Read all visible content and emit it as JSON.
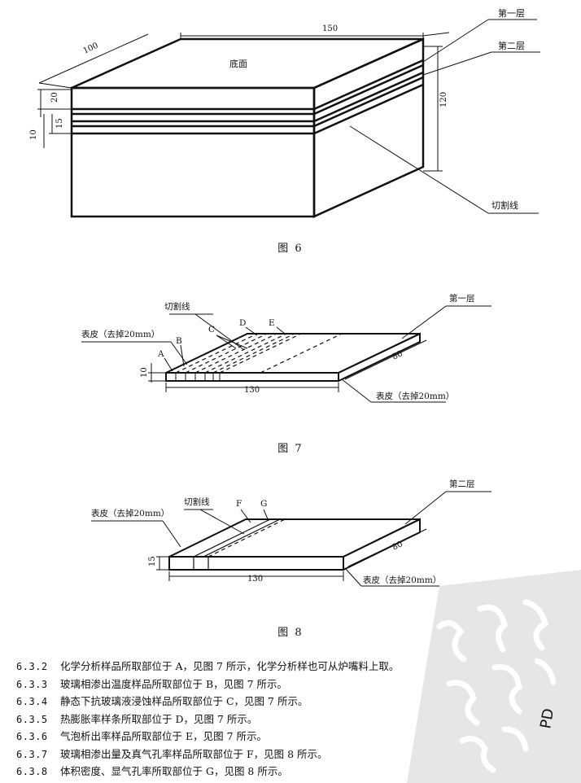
{
  "figure6": {
    "caption": "图 6",
    "face_label": "底面",
    "layer1_label": "第一层",
    "layer2_label": "第二层",
    "cut_line_label": "切割线",
    "dim_width": "150",
    "dim_depth": "100",
    "dim_height": "120",
    "dim_layer1": "20",
    "dim_layer2": "15",
    "dim_gap": "10"
  },
  "figure7": {
    "caption": "图 7",
    "layer_label": "第一层",
    "cut_line_label": "切割线",
    "skin_top_label": "表皮（去掉20mm）",
    "skin_bottom_label": "表皮（去掉20mm）",
    "mark_a": "A",
    "mark_b": "B",
    "mark_c": "C",
    "mark_d": "D",
    "mark_e": "E",
    "dim_length": "130",
    "dim_width": "80",
    "dim_thickness": "10"
  },
  "figure8": {
    "caption": "图 8",
    "layer_label": "第二层",
    "cut_line_label": "切割线",
    "skin_top_label": "表皮（去掉20mm）",
    "skin_bottom_label": "表皮（去掉20mm）",
    "mark_f": "F",
    "mark_g": "G",
    "dim_length": "130",
    "dim_width": "80",
    "dim_thickness": "15"
  },
  "clauses": [
    {
      "num": "6.3.2",
      "text": "化学分析样品所取部位于 A，见图 7 所示，化学分析样也可从炉嘴料上取。"
    },
    {
      "num": "6.3.3",
      "text": "玻璃相渗出温度样品所取部位于 B，见图 7 所示。"
    },
    {
      "num": "6.3.4",
      "text": "静态下抗玻璃液浸蚀样品所取部位于 C，见图 7 所示。"
    },
    {
      "num": "6.3.5",
      "text": "热膨胀率样条所取部位于 D，见图 7 所示。"
    },
    {
      "num": "6.3.6",
      "text": "气泡析出率样品所取部位于 E，见图 7 所示。"
    },
    {
      "num": "6.3.7",
      "text": "玻璃相渗出量及真气孔率样品所取部位于 F，见图 8 所示。"
    },
    {
      "num": "6.3.8",
      "text": "体积密度、显气孔率所取部位于 G，见图 8 所示。"
    }
  ],
  "watermark": {
    "text": "PD"
  }
}
